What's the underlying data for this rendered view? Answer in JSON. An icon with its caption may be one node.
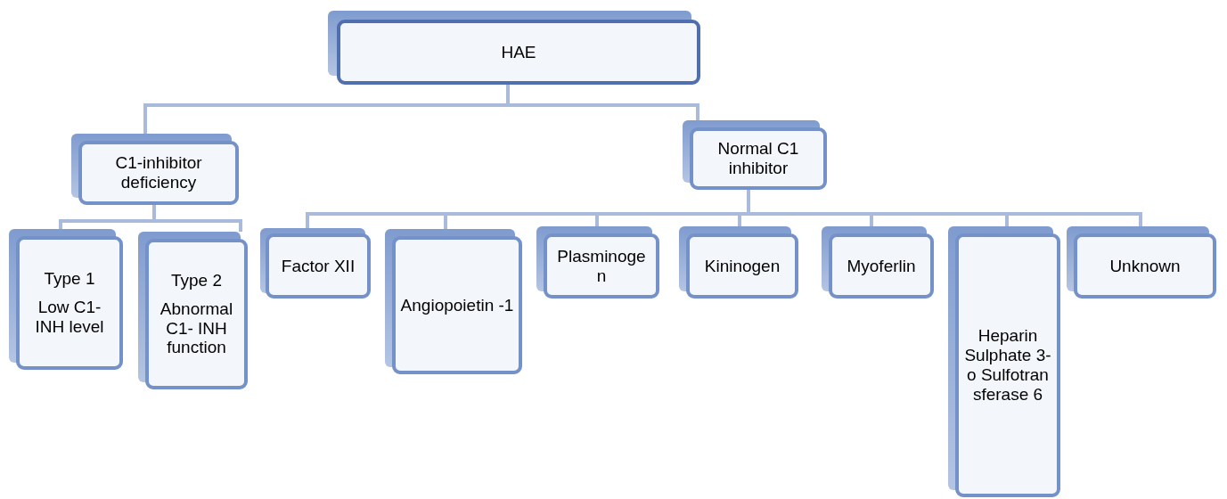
{
  "diagram": {
    "nodes": [
      {
        "text": [
          "HAE"
        ]
      },
      {
        "text": [
          "C1-inhibitor deficiency"
        ]
      },
      {
        "text": [
          "Normal C1 inhibitor"
        ]
      },
      {
        "text": [
          "Type 1",
          "Low C1- INH level"
        ]
      },
      {
        "text": [
          "Type 2",
          "Abnormal C1- INH function"
        ]
      },
      {
        "text": [
          "Factor XII"
        ]
      },
      {
        "text": [
          "Angiopoietin -1"
        ]
      },
      {
        "text": [
          "Plasminoge n"
        ]
      },
      {
        "text": [
          "Kininogen"
        ]
      },
      {
        "text": [
          "Myoferlin"
        ]
      },
      {
        "text": [
          "Heparin Sulphate 3-o Sulfotran sferase 6"
        ]
      },
      {
        "text": [
          "Unknown"
        ]
      }
    ],
    "edges": [
      {
        "from": 0,
        "to": 1,
        "arrow": "none"
      },
      {
        "from": 0,
        "to": 2,
        "arrow": "none"
      },
      {
        "from": 1,
        "to": 3,
        "arrow": "none"
      },
      {
        "from": 1,
        "to": 4,
        "arrow": "none"
      },
      {
        "from": 2,
        "to": 5,
        "arrow": "none"
      },
      {
        "from": 2,
        "to": 6,
        "arrow": "none"
      },
      {
        "from": 2,
        "to": 7,
        "arrow": "none"
      },
      {
        "from": 2,
        "to": 8,
        "arrow": "none"
      },
      {
        "from": 2,
        "to": 9,
        "arrow": "none"
      },
      {
        "from": 2,
        "to": 10,
        "arrow": "none"
      },
      {
        "from": 2,
        "to": 11,
        "arrow": "none"
      }
    ]
  }
}
